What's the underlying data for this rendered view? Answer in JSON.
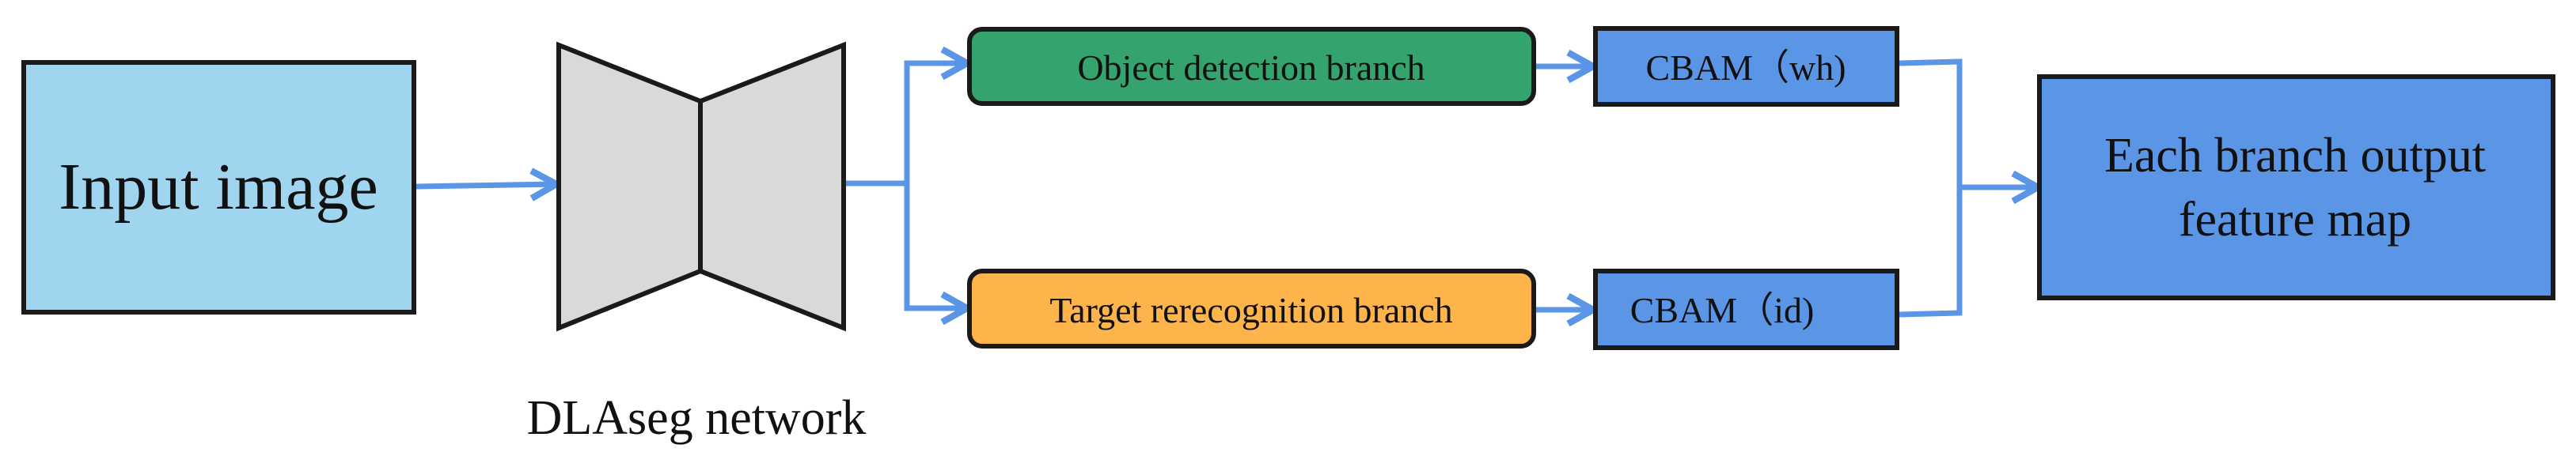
{
  "nodes": {
    "input": {
      "label": "Input image",
      "fill": "#9fd5ee"
    },
    "network": {
      "label": "DLAseg network",
      "fill": "#d9d9d9"
    },
    "detection": {
      "label": "Object detection branch",
      "fill": "#34a36d"
    },
    "recognition": {
      "label": "Target rerecognition branch",
      "fill": "#fdb54b"
    },
    "cbam_wh": {
      "label": "CBAM（wh)",
      "fill": "#5b95e5"
    },
    "cbam_id": {
      "label": "CBAM（id)",
      "fill": "#5b95e5"
    },
    "output": {
      "line1": "Each branch output",
      "line2": "feature map",
      "fill": "#5b95e5"
    }
  },
  "colors": {
    "arrow": "#5b95e5",
    "stroke": "#1a1a1a"
  }
}
